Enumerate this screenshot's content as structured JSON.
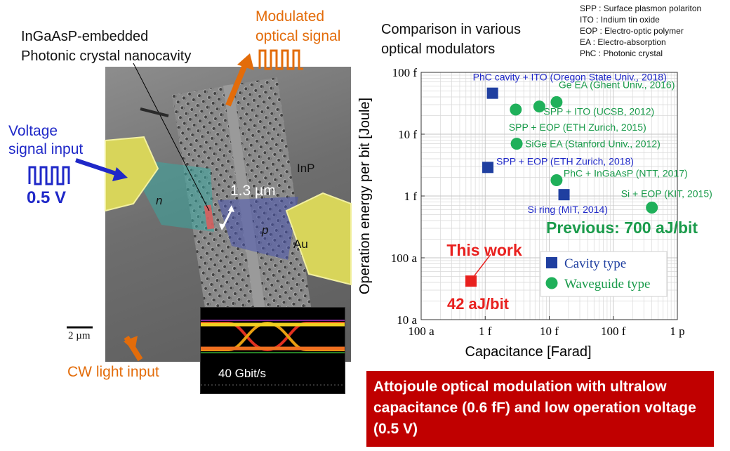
{
  "figure": {
    "device_title_line1": "InGaAsP-embedded",
    "device_title_line2": "Photonic crystal nanocavity",
    "modulated_line1": "Modulated",
    "modulated_line2": "optical signal",
    "voltage_line1": "Voltage",
    "voltage_line2": "signal input",
    "voltage_value": "0.5 V",
    "cw_input": "CW light input",
    "label_n": "n",
    "label_p": "p",
    "label_inp": "InP",
    "label_au": "Au",
    "label_length": "1.3 µm",
    "scale_bar": "2 µm",
    "eye_rate": "40 Gbit/s",
    "banner": "Attojoule optical modulation with ultralow capacitance (0.6 fF) and low operation voltage (0.5 V)"
  },
  "abbreviations": [
    "SPP : Surface plasmon polariton",
    "ITO : Indium tin oxide",
    "EOP : Electro-optic polymer",
    "EA : Electro-absorption",
    "PhC : Photonic crystal"
  ],
  "colors": {
    "cavity": "#1f3fa0",
    "waveguide": "#1fb05a",
    "this_work": "#e8201e",
    "previous": "#1a9b4b",
    "label_blue": "#1f28c8"
  },
  "chart_data": {
    "type": "scatter",
    "title": "Comparison in various optical modulators",
    "xlabel": "Capacitance [Farad]",
    "ylabel": "Operation energy per bit [Joule]",
    "x_scale": "log",
    "y_scale": "log",
    "xlim": [
      1e-16,
      1e-12
    ],
    "ylim": [
      1e-17,
      1e-13
    ],
    "xticks": [
      {
        "v": 1e-16,
        "t": "100 a"
      },
      {
        "v": 1e-15,
        "t": "1 f"
      },
      {
        "v": 1e-14,
        "t": "10 f"
      },
      {
        "v": 1e-13,
        "t": "100 f"
      },
      {
        "v": 1e-12,
        "t": "1 p"
      }
    ],
    "yticks": [
      {
        "v": 1e-13,
        "t": "100 f"
      },
      {
        "v": 1e-14,
        "t": "10 f"
      },
      {
        "v": 1e-15,
        "t": "1 f"
      },
      {
        "v": 1e-16,
        "t": "100 a"
      },
      {
        "v": 1e-17,
        "t": "10 a"
      }
    ],
    "grid": true,
    "legend_position": "lower-right",
    "legend": [
      {
        "name": "Cavity type",
        "marker": "square",
        "color": "#1f3fa0"
      },
      {
        "name": "Waveguide type",
        "marker": "circle",
        "color": "#1fb05a"
      }
    ],
    "series": [
      {
        "name": "Cavity type",
        "marker": "square",
        "points": [
          {
            "x": 1.3e-15,
            "y": 4.6e-14,
            "label": "PhC cavity + ITO (Oregon State Univ., 2018)"
          },
          {
            "x": 1.1e-15,
            "y": 2.9e-15,
            "label": "SPP + EOP (ETH Zurich, 2018)"
          },
          {
            "x": 1.7e-14,
            "y": 1.05e-15,
            "label": "Si ring (MIT, 2014)"
          }
        ]
      },
      {
        "name": "Waveguide type",
        "marker": "circle",
        "points": [
          {
            "x": 1.3e-14,
            "y": 3.3e-14,
            "label": "Ge EA (Ghent Univ., 2016)"
          },
          {
            "x": 3e-15,
            "y": 2.5e-14,
            "label": "SPP + EOP (ETH Zurich, 2015)"
          },
          {
            "x": 7e-15,
            "y": 2.8e-14,
            "label": "SPP + ITO (UCSB, 2012)"
          },
          {
            "x": 3.1e-15,
            "y": 7e-15,
            "label": "SiGe EA (Stanford Univ., 2012)"
          },
          {
            "x": 1.3e-14,
            "y": 1.8e-15,
            "label": "PhC + InGaAsP (NTT, 2017)"
          },
          {
            "x": 4e-13,
            "y": 6.5e-16,
            "label": "Si + EOP (KIT, 2015)"
          }
        ]
      },
      {
        "name": "This work",
        "marker": "square",
        "points": [
          {
            "x": 6e-16,
            "y": 4.2e-17,
            "label": "42 aJ/bit"
          }
        ]
      }
    ],
    "annotations": [
      "This work",
      "42 aJ/bit",
      "Previous: 700 aJ/bit"
    ]
  }
}
